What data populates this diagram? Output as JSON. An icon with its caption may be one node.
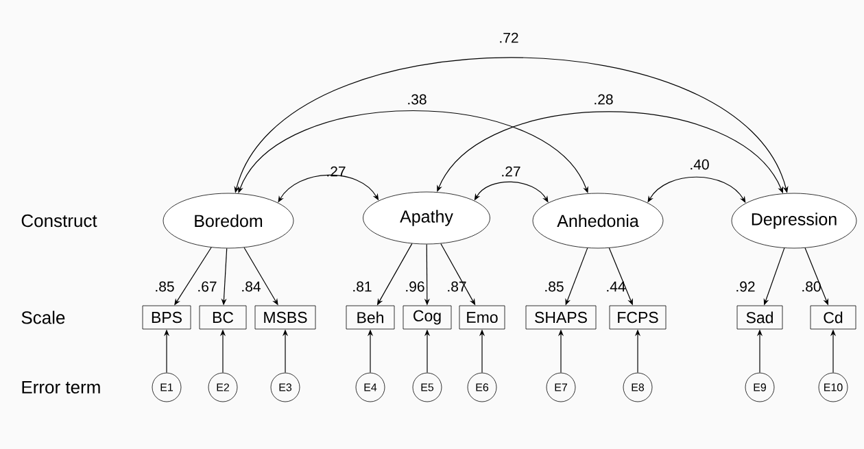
{
  "diagram": {
    "nodes": [
      {
        "text": [
          "Boredom"
        ]
      },
      {
        "text": [
          "Apathy"
        ]
      },
      {
        "text": [
          "Anhedonia"
        ]
      },
      {
        "text": [
          "Depression"
        ]
      },
      {
        "text": [
          "BPS"
        ]
      },
      {
        "text": [
          "BC"
        ]
      },
      {
        "text": [
          "MSBS"
        ]
      },
      {
        "text": [
          "Beh"
        ]
      },
      {
        "text": [
          "Cog"
        ]
      },
      {
        "text": [
          "Emo"
        ]
      },
      {
        "text": [
          "SHAPS"
        ]
      },
      {
        "text": [
          "FCPS"
        ]
      },
      {
        "text": [
          "Sad"
        ]
      },
      {
        "text": [
          "Cd"
        ]
      },
      {
        "text": [
          "E1"
        ]
      },
      {
        "text": [
          "E2"
        ]
      },
      {
        "text": [
          "E3"
        ]
      },
      {
        "text": [
          "E4"
        ]
      },
      {
        "text": [
          "E5"
        ]
      },
      {
        "text": [
          "E6"
        ]
      },
      {
        "text": [
          "E7"
        ]
      },
      {
        "text": [
          "E8"
        ]
      },
      {
        "text": [
          "E9"
        ]
      },
      {
        "text": [
          "E10"
        ]
      }
    ],
    "edges": [
      {
        "from": 0,
        "to": 1,
        "arrow": "both",
        "label": ".27"
      },
      {
        "from": 1,
        "to": 2,
        "arrow": "both",
        "label": ".27"
      },
      {
        "from": 2,
        "to": 3,
        "arrow": "both",
        "label": ".40"
      },
      {
        "from": 0,
        "to": 2,
        "arrow": "both",
        "label": ".38"
      },
      {
        "from": 1,
        "to": 3,
        "arrow": "both",
        "label": ".28"
      },
      {
        "from": 0,
        "to": 3,
        "arrow": "both",
        "label": ".72"
      },
      {
        "from": 0,
        "to": 4,
        "arrow": "to",
        "label": ".85"
      },
      {
        "from": 0,
        "to": 5,
        "arrow": "to",
        "label": ".67"
      },
      {
        "from": 0,
        "to": 6,
        "arrow": "to",
        "label": ".84"
      },
      {
        "from": 1,
        "to": 7,
        "arrow": "to",
        "label": ".81"
      },
      {
        "from": 1,
        "to": 8,
        "arrow": "to",
        "label": ".96"
      },
      {
        "from": 1,
        "to": 9,
        "arrow": "to",
        "label": ".87"
      },
      {
        "from": 2,
        "to": 10,
        "arrow": "to",
        "label": ".85"
      },
      {
        "from": 2,
        "to": 11,
        "arrow": "to",
        "label": ".44"
      },
      {
        "from": 3,
        "to": 12,
        "arrow": "to",
        "label": ".92"
      },
      {
        "from": 3,
        "to": 13,
        "arrow": "to",
        "label": ".80"
      },
      {
        "from": 14,
        "to": 4,
        "arrow": "to"
      },
      {
        "from": 15,
        "to": 5,
        "arrow": "to"
      },
      {
        "from": 16,
        "to": 6,
        "arrow": "to"
      },
      {
        "from": 17,
        "to": 7,
        "arrow": "to"
      },
      {
        "from": 18,
        "to": 8,
        "arrow": "to"
      },
      {
        "from": 19,
        "to": 9,
        "arrow": "to"
      },
      {
        "from": 20,
        "to": 10,
        "arrow": "to"
      },
      {
        "from": 21,
        "to": 11,
        "arrow": "to"
      },
      {
        "from": 22,
        "to": 12,
        "arrow": "to"
      },
      {
        "from": 23,
        "to": 13,
        "arrow": "to"
      }
    ],
    "labels": [
      "Construct",
      "Scale",
      "Error term"
    ]
  }
}
